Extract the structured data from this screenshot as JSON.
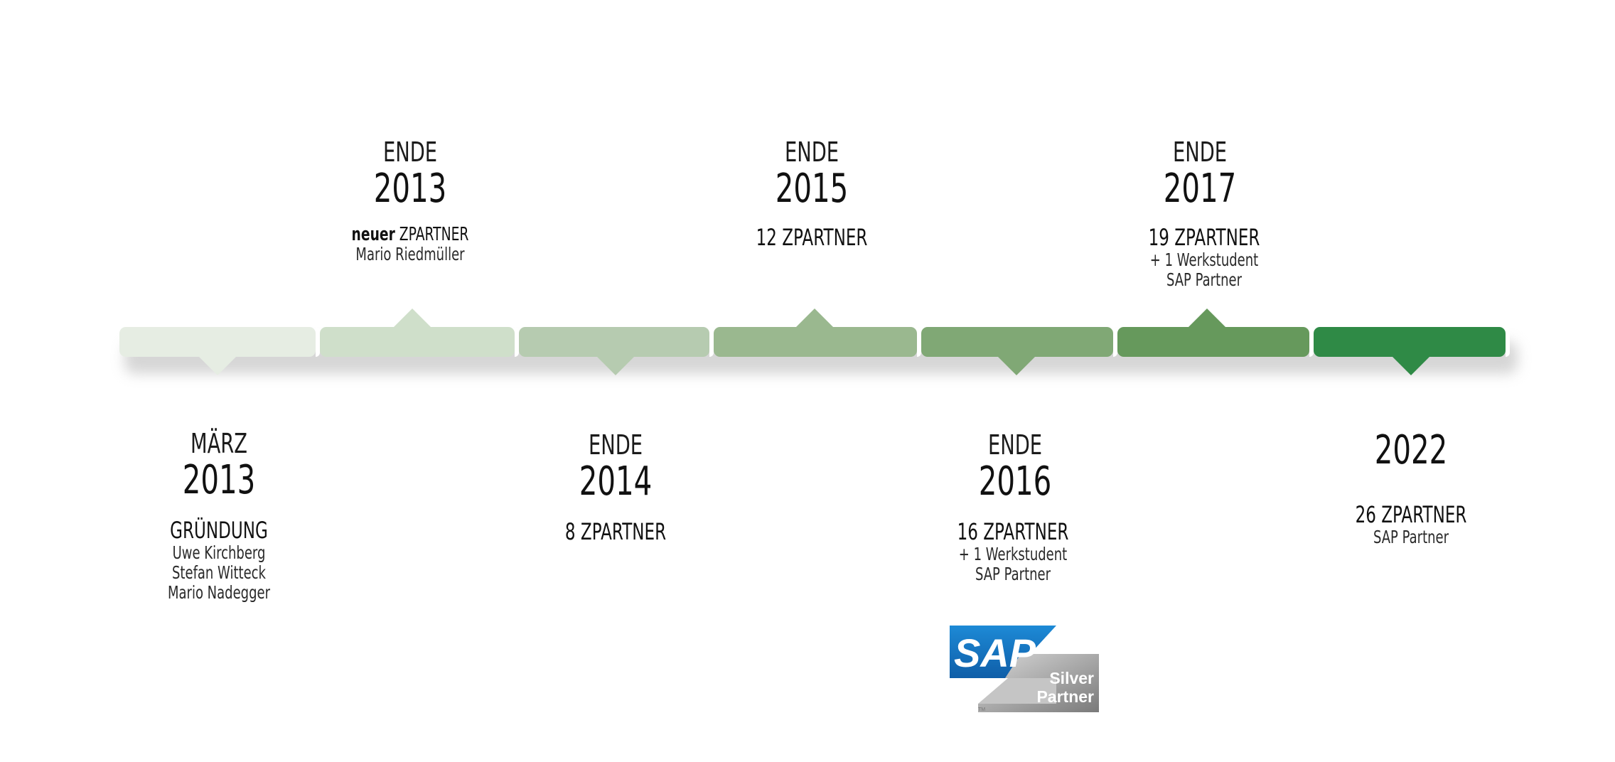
{
  "colors": {
    "segments": [
      "#e6ede3",
      "#cfdfca",
      "#b6cbb0",
      "#9ab88f",
      "#80a875",
      "#66995c",
      "#2f8a46"
    ]
  },
  "milestones_top": [
    {
      "prefix": "ENDE",
      "year": "2013",
      "head_small": "neuer",
      "head": "ZPARTNER",
      "lines": [
        "Mario Riedmüller"
      ]
    },
    {
      "prefix": "ENDE",
      "year": "2015",
      "head_small": "",
      "head": "12 ZPARTNER",
      "lines": []
    },
    {
      "prefix": "ENDE",
      "year": "2017",
      "head_small": "",
      "head": "19 ZPARTNER",
      "lines": [
        "+ 1 Werkstudent",
        "SAP Partner"
      ]
    }
  ],
  "milestones_bottom": [
    {
      "prefix": "MÄRZ",
      "year": "2013",
      "head": "GRÜNDUNG",
      "lines": [
        "Uwe Kirchberg",
        "Stefan Witteck",
        "Mario Nadegger"
      ]
    },
    {
      "prefix": "ENDE",
      "year": "2014",
      "head": "8 ZPARTNER",
      "lines": []
    },
    {
      "prefix": "ENDE",
      "year": "2016",
      "head": "16 ZPARTNER",
      "lines": [
        "+ 1 Werkstudent",
        "SAP Partner"
      ]
    },
    {
      "prefix": "",
      "year": "2022",
      "head": "26 ZPARTNER",
      "lines": [
        "SAP Partner"
      ]
    }
  ],
  "sap_logo": {
    "brand": "SAP",
    "line1": "Silver",
    "line2": "Partner",
    "tm": "TM"
  }
}
